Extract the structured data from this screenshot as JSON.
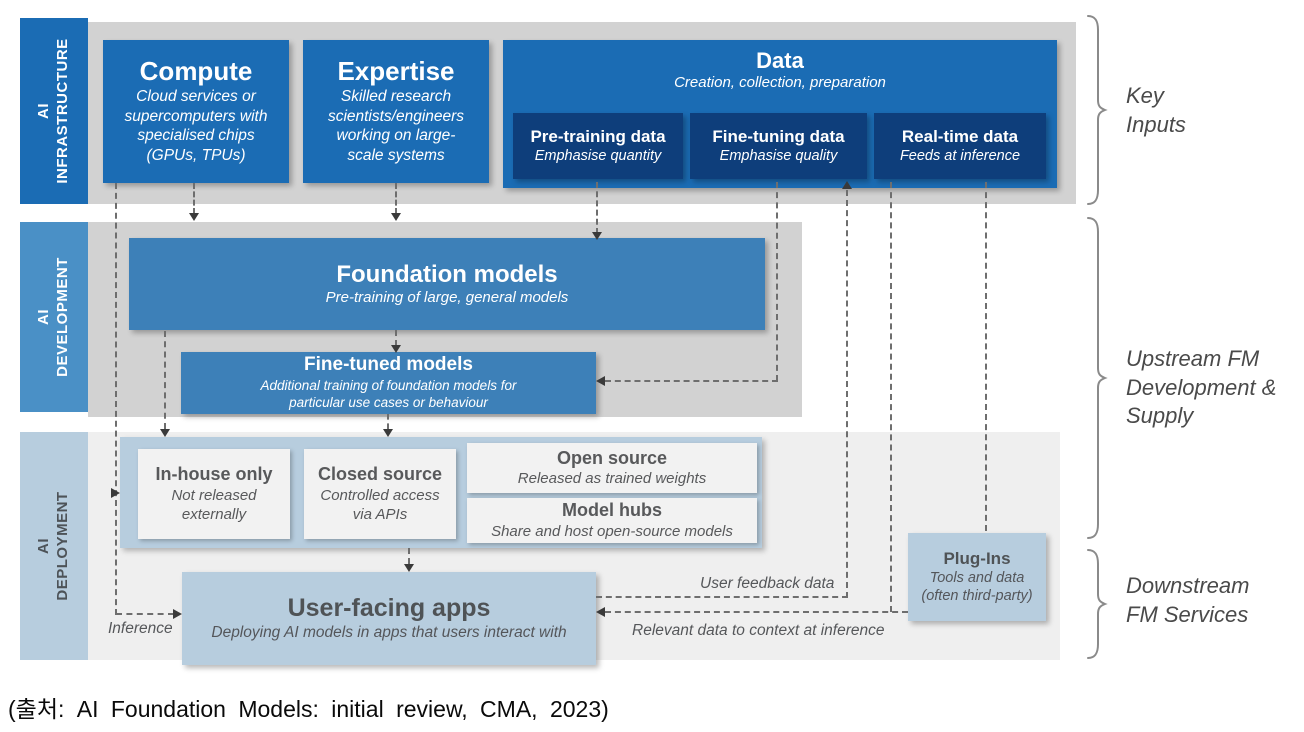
{
  "colors": {
    "primary_blue": "#1b6cb4",
    "navy": "#0e3e7b",
    "mid_blue": "#3d80b8",
    "dev_sidebar_blue": "#4a90c6",
    "light_blue": "#b7cdde",
    "section_gray": "#d2d2d2",
    "deployment_gray": "#efefef",
    "box_gray": "#f2f2f2",
    "text_gray": "#58595b"
  },
  "sidebars": {
    "infrastructure": {
      "line1": "AI",
      "line2": "INFRASTRUCTURE"
    },
    "development": {
      "line1": "AI",
      "line2": "DEVELOPMENT"
    },
    "deployment": {
      "line1": "AI",
      "line2": "DEPLOYMENT"
    }
  },
  "infrastructure": {
    "compute": {
      "title": "Compute",
      "subtitle": "Cloud services or supercomputers with specialised chips (GPUs, TPUs)"
    },
    "expertise": {
      "title": "Expertise",
      "subtitle": "Skilled research scientists/engineers working on large-scale systems"
    },
    "data": {
      "title": "Data",
      "subtitle": "Creation, collection, preparation",
      "pretraining": {
        "title": "Pre-training data",
        "subtitle": "Emphasise quantity"
      },
      "finetuning": {
        "title": "Fine-tuning data",
        "subtitle": "Emphasise quality"
      },
      "realtime": {
        "title": "Real-time data",
        "subtitle": "Feeds at inference"
      }
    }
  },
  "development": {
    "foundation": {
      "title": "Foundation models",
      "subtitle": "Pre-training of large, general models"
    },
    "finetuned": {
      "title": "Fine-tuned models",
      "subtitle": "Additional training of foundation models for particular use cases or behaviour"
    }
  },
  "deployment": {
    "inhouse": {
      "title": "In-house only",
      "subtitle": "Not released externally"
    },
    "closed": {
      "title": "Closed source",
      "subtitle": "Controlled access via APIs"
    },
    "open": {
      "title": "Open source",
      "subtitle": "Released as trained weights"
    },
    "hubs": {
      "title": "Model hubs",
      "subtitle": "Share and host open-source models"
    },
    "userfacing": {
      "title": "User-facing apps",
      "subtitle": "Deploying AI models in apps that users interact with"
    },
    "plugins": {
      "title": "Plug-Ins",
      "subtitle": "Tools and data (often third-party)"
    }
  },
  "connector_labels": {
    "inference": "Inference",
    "user_feedback": "User feedback data",
    "relevant_data": "Relevant data to context at inference"
  },
  "side_labels": {
    "key_inputs": "Key Inputs",
    "upstream": "Upstream FM Development & Supply",
    "downstream": "Downstream FM Services"
  },
  "caption": "(출처: AI Foundation Models: initial review, CMA, 2023)"
}
